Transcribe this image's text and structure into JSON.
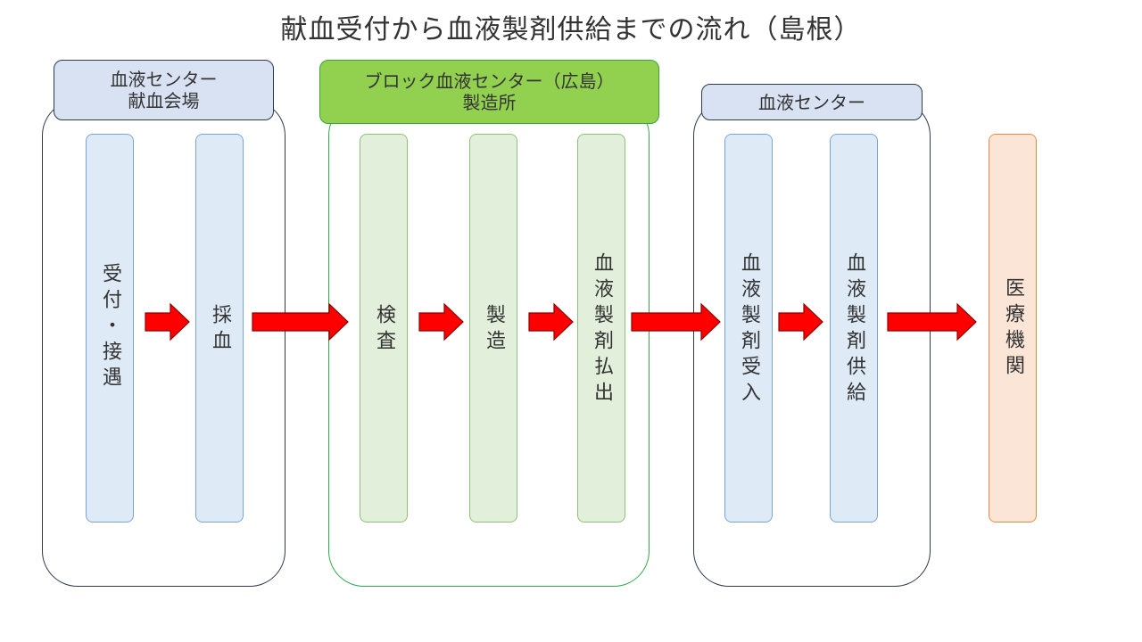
{
  "title": "献血受付から血液製剤供給までの流れ（島根）",
  "groups": {
    "center_venue": {
      "header_line1": "血液センター",
      "header_line2": "献血会場",
      "steps": [
        "受付・接遇",
        "採血"
      ]
    },
    "block_center": {
      "header_line1": "ブロック血液センター（広島）",
      "header_line2": "製造所",
      "steps": [
        "検査",
        "製造",
        "血液製剤払出"
      ]
    },
    "center": {
      "header": "血液センター",
      "steps": [
        "血液製剤受入",
        "血液製剤供給"
      ]
    },
    "hospital": {
      "label": "医療機関"
    }
  },
  "colors": {
    "arrow_fill": "#ff0000",
    "arrow_stroke": "#8a0000",
    "blue_fill": "#deeaf6",
    "green_fill": "#e2efda",
    "orange_fill": "#fbe5d6",
    "header_green": "#92d050",
    "header_blue": "#d9e2f3"
  }
}
